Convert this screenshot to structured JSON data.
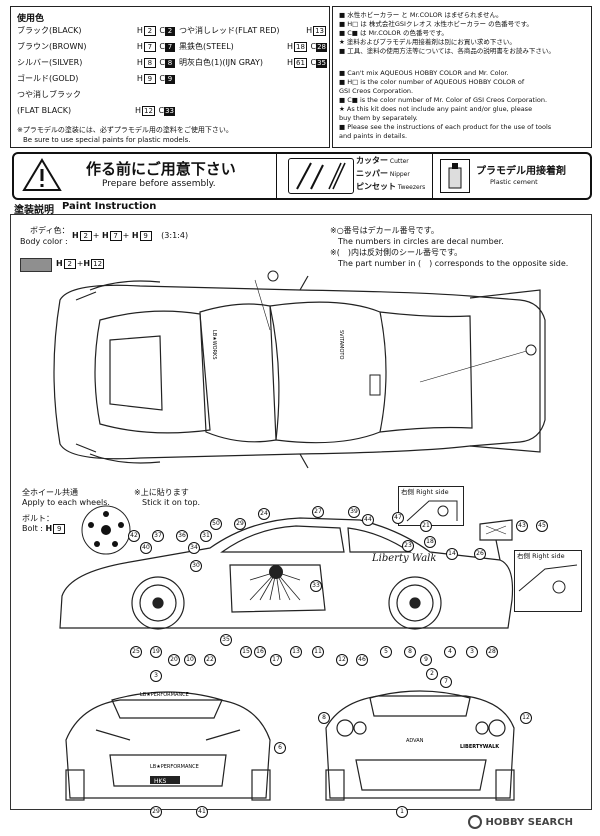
{
  "colors_used": {
    "heading": "使用色",
    "left": [
      {
        "name": "ブラック(BLACK)",
        "h": "2",
        "c": "2"
      },
      {
        "name": "ブラウン(BROWN)",
        "h": "7",
        "c": "7"
      },
      {
        "name": "シルバー(SILVER)",
        "h": "8",
        "c": "8"
      },
      {
        "name": "ゴールド(GOLD)",
        "h": "9",
        "c": "9"
      },
      {
        "name": "つや消しブラック",
        "h": "",
        "c": ""
      },
      {
        "name": "(FLAT BLACK)",
        "h": "12",
        "c": "33"
      }
    ],
    "right": [
      {
        "name": "つや消しレッド(FLAT RED)",
        "h": "13",
        "c": ""
      },
      {
        "name": "黒鉄色(STEEL)",
        "h": "18",
        "c": "28"
      },
      {
        "name": "明灰白色(1)(IJN GRAY)",
        "h": "61",
        "c": "35"
      }
    ],
    "note_jp": "※プラモデルの塗装には、必ずプラモデル用の塗料をご使用下さい。",
    "note_en": "Be sure to use special paints for plastic models."
  },
  "notes_jp": [
    "■ 水性ホビーカラー と Mr.COLOR はまぜられません。",
    "■ H□ は 株式会社GSIクレオス 水性ホビーカラー の色番号です。",
    "■ C■ は Mr.COLOR の色番号です。",
    "★ 塗料およびプラモデル用接着剤は別にお買い求め下さい。",
    "■ 工具、塗料の使用方法等については、各商品の説明書をお読み下さい。"
  ],
  "notes_en": [
    "■ Can't mix AQUEOUS HOBBY COLOR and Mr. Color.",
    "■ H□ is the color number of AQUEOUS HOBBY COLOR of",
    "GSI Creos Corporation.",
    "■ C■ is the color number of Mr. Color of GSI Creos Corporation.",
    "★ As this kit does not include any paint and/or glue, please",
    "buy them by separately.",
    "■ Please see the instructions of each product for the use of tools",
    "and paints in details."
  ],
  "prepare": {
    "title_jp": "作る前にご用意下さい",
    "title_en": "Prepare before assembly.",
    "tools": [
      {
        "jp": "カッター",
        "en": "Cutter"
      },
      {
        "jp": "ニッパー",
        "en": "Nipper"
      },
      {
        "jp": "ピンセット",
        "en": "Tweezers"
      }
    ],
    "cement_jp": "プラモデル用接着剤",
    "cement_en": "Plastic cement"
  },
  "paint_instruction": {
    "title_jp": "塗装説明",
    "title_en": "Paint Instruction",
    "body_jp": "ボディ色：",
    "body_en": "Body color :",
    "body_codes": [
      "2",
      "7",
      "9"
    ],
    "body_ratio": "(3:1:4)",
    "swatch_codes": [
      "2",
      "12"
    ],
    "swatch_color": "#8f8f8f",
    "decal_note_jp": "※○番号はデカール番号です。",
    "decal_note_en": "The numbers in circles are decal number.",
    "sticker_note_jp": "※(　)内は反対側のシール番号です。",
    "sticker_note_en": "The part number in (　) corresponds to the opposite side.",
    "wheel_jp": "全ホイール共通",
    "wheel_en": "Apply to each wheels.",
    "bolt_jp": "ボルト：",
    "bolt_en": "Bolt :",
    "bolt_code": "9",
    "stick_top_jp": "※上に貼ります",
    "stick_top_en": "Stick it on top.",
    "right_side_1": "右側 Right side",
    "right_side_2": "右側 Right side",
    "livery": "Liberty Walk",
    "side_numbers": [
      "42",
      "40",
      "37",
      "36",
      "34",
      "31",
      "50",
      "29",
      "24",
      "27",
      "39",
      "44",
      "47",
      "43",
      "45",
      "18",
      "14",
      "26",
      "25",
      "19",
      "20",
      "10",
      "22",
      "15",
      "16",
      "17",
      "13",
      "11",
      "12",
      "46",
      "5",
      "8",
      "9",
      "4",
      "3",
      "28",
      "35",
      "30",
      "33",
      "23",
      "21"
    ],
    "front_numbers": [
      "3",
      "41",
      "29",
      "6"
    ],
    "rear_numbers": [
      "2",
      "1",
      "7",
      "8",
      "12"
    ]
  },
  "watermark": "HOBBY SEARCH"
}
